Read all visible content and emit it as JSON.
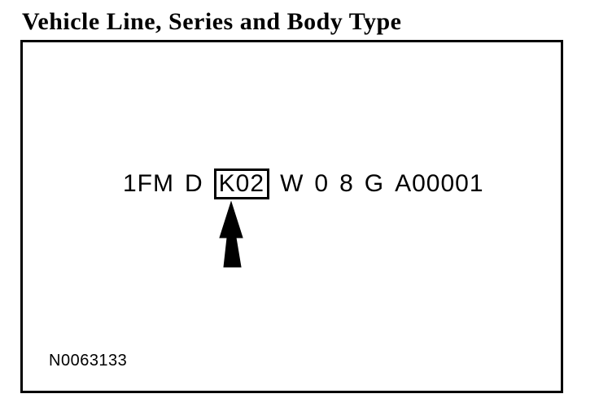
{
  "page": {
    "title": "Vehicle Line, Series and Body Type"
  },
  "figure": {
    "vin": {
      "segments": [
        "1FM",
        "D",
        "K02",
        "W",
        "0",
        "8",
        "G",
        "A00001"
      ],
      "highlighted_segment": "K02"
    },
    "arrow_icon": "up-arrow-icon",
    "reference_number": "N0063133"
  },
  "colors": {
    "foreground": "#000000",
    "background": "#ffffff"
  }
}
